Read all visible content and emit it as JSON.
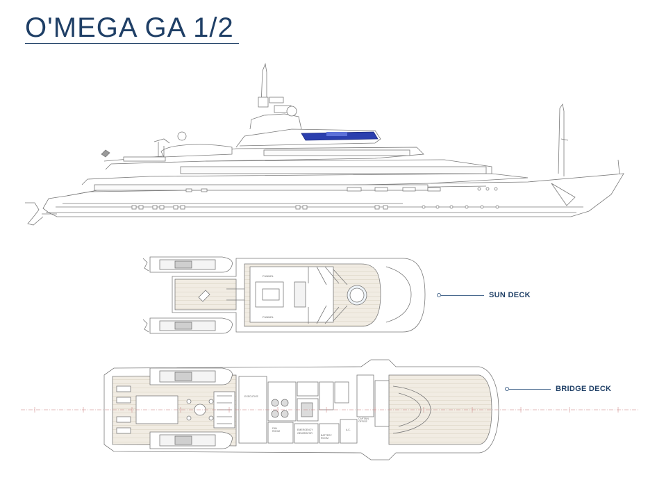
{
  "page": {
    "title": "O'MEGA GA 1/2"
  },
  "decks": [
    {
      "id": "sun",
      "label": "SUN DECK"
    },
    {
      "id": "bridge",
      "label": "BRIDGE DECK"
    }
  ],
  "colors": {
    "title": "#1f3f66",
    "line": "#6f6f6f",
    "glass": "#2b3fae",
    "teak": "#e9e3d8"
  }
}
